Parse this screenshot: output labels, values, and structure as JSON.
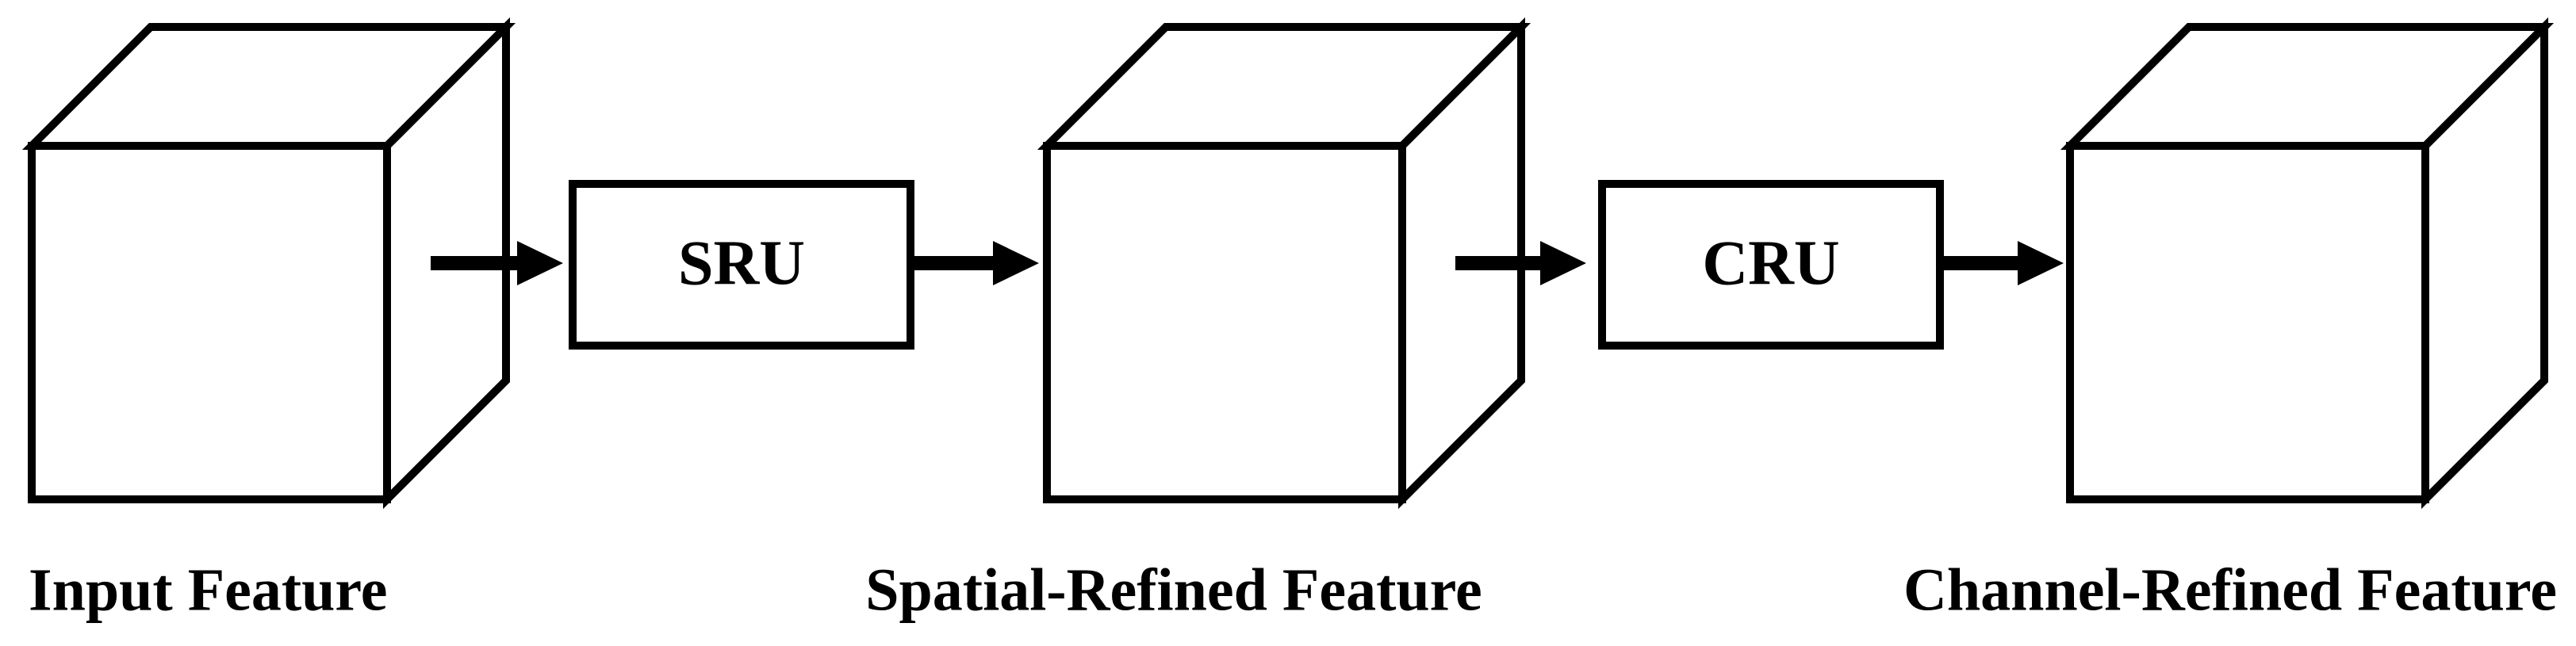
{
  "cubes": [
    {
      "caption": "Input Feature"
    },
    {
      "caption": "Spatial-Refined Feature"
    },
    {
      "caption": "Channel-Refined Feature"
    }
  ],
  "modules": [
    {
      "label": "SRU"
    },
    {
      "label": "CRU"
    }
  ],
  "colors": {
    "stroke": "#000000",
    "fill": "#ffffff"
  }
}
